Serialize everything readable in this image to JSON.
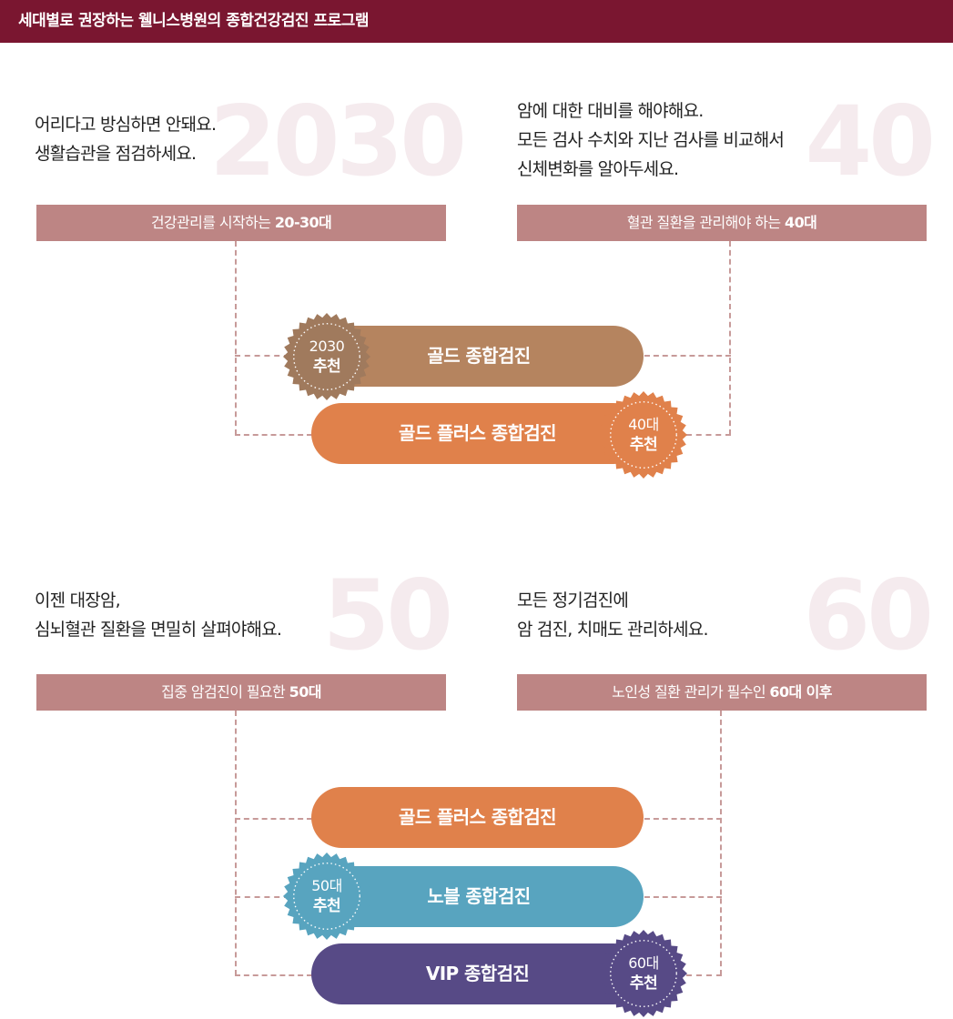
{
  "header": {
    "title": "세대별로 권장하는 웰니스병원의 종합건강검진 프로그램"
  },
  "colors": {
    "header_bg": "#7a1630",
    "band_bg": "#bd8584",
    "gold": "#b5845f",
    "gold_plus": "#e0814b",
    "noble": "#58a4bf",
    "vip": "#574a86",
    "badge_gold": "#a07a5d",
    "badge_orange": "#e0814b",
    "badge_teal": "#58a4bf",
    "badge_purple": "#574a86"
  },
  "sections": {
    "s2030": {
      "big_number": "2030",
      "description": [
        "어리다고 방심하면 안돼요.",
        "생활습관을 점검하세요."
      ],
      "band_prefix": "건강관리를 시작하는 ",
      "band_bold": "20-30대"
    },
    "s40": {
      "big_number": "40",
      "description": [
        "암에 대한 대비를 해야해요.",
        "모든 검사 수치와 지난 검사를 비교해서",
        "신체변화를 알아두세요."
      ],
      "band_prefix": "혈관 질환을 관리해야 하는 ",
      "band_bold": "40대"
    },
    "s50": {
      "big_number": "50",
      "description": [
        "이젠 대장암,",
        "심뇌혈관 질환을 면밀히 살펴야해요."
      ],
      "band_prefix": "집중 암검진이 필요한 ",
      "band_bold": "50대"
    },
    "s60": {
      "big_number": "60",
      "description": [
        "모든 정기검진에",
        "암 검진, 치매도 관리하세요."
      ],
      "band_prefix": "노인성 질환 관리가 필수인 ",
      "band_bold": "60대 이후"
    }
  },
  "programs_top": [
    {
      "label": "골드 종합검진",
      "badge_line1": "2030",
      "badge_line2": "추천"
    },
    {
      "label": "골드 플러스 종합검진",
      "badge_line1": "40대",
      "badge_line2": "추천"
    }
  ],
  "programs_bottom": [
    {
      "label": "골드 플러스 종합검진"
    },
    {
      "label": "노블 종합검진",
      "badge_line1": "50대",
      "badge_line2": "추천"
    },
    {
      "label": "VIP 종합검진",
      "badge_line1": "60대",
      "badge_line2": "추천"
    }
  ]
}
